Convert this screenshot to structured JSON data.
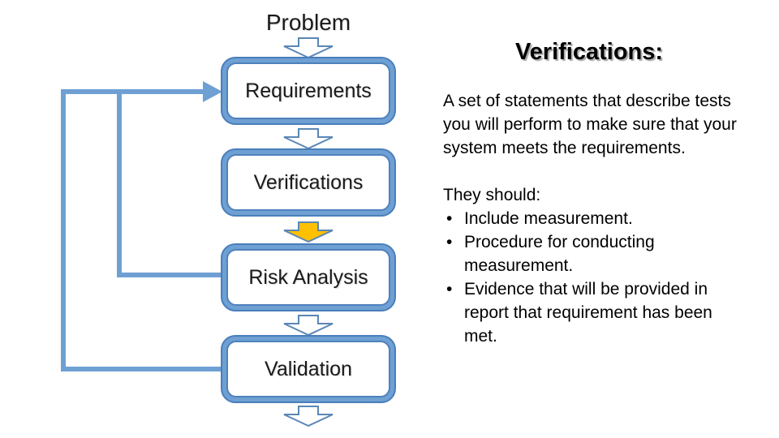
{
  "slide": {
    "problem_label": "Problem",
    "flow_boxes": [
      {
        "label": "Requirements"
      },
      {
        "label": "Verifications"
      },
      {
        "label": "Risk Analysis"
      },
      {
        "label": "Validation"
      }
    ],
    "arrows": {
      "white_fill": "#ffffff",
      "highlight_fill": "#ffc000",
      "outline": "#5b87b5"
    },
    "feedback_loop": {
      "line_color": "#6fa0d3",
      "from_risk_analysis_to": "Requirements",
      "from_validation_to": "Requirements"
    },
    "colors": {
      "box_band_blue": "#6fa0d3",
      "box_border_blue": "#4a7ebb",
      "text_black": "#1a1a1a"
    },
    "panel": {
      "title": "Verifications:",
      "description": "A set of statements that describe tests you will perform to make sure that your system meets the requirements.",
      "list_intro": "They should:",
      "bullets": [
        "Include measurement.",
        "Procedure for conducting measurement.",
        "Evidence that will be provided in report that requirement has been met."
      ]
    }
  }
}
